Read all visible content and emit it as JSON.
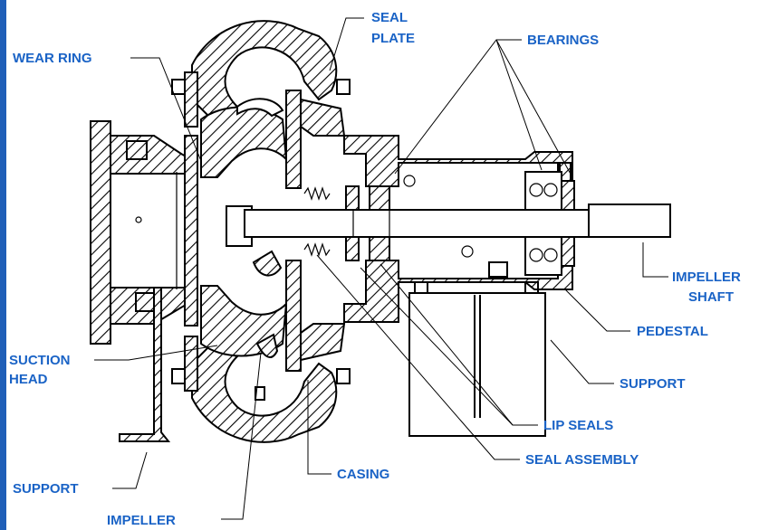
{
  "labels": {
    "seal_plate_1": "SEAL",
    "seal_plate_2": "PLATE",
    "bearings": "BEARINGS",
    "wear_ring": "WEAR RING",
    "impeller_shaft_1": "IMPELLER",
    "impeller_shaft_2": "SHAFT",
    "pedestal": "PEDESTAL",
    "suction_head_1": "SUCTION",
    "suction_head_2": "HEAD",
    "support_right": "SUPPORT",
    "lip_seals": "LIP SEALS",
    "seal_assembly": "SEAL ASSEMBLY",
    "support_left": "SUPPORT",
    "casing": "CASING",
    "impeller": "IMPELLER"
  },
  "colors": {
    "label": "#1a63c6",
    "side_bar": "#1f5fb8"
  }
}
